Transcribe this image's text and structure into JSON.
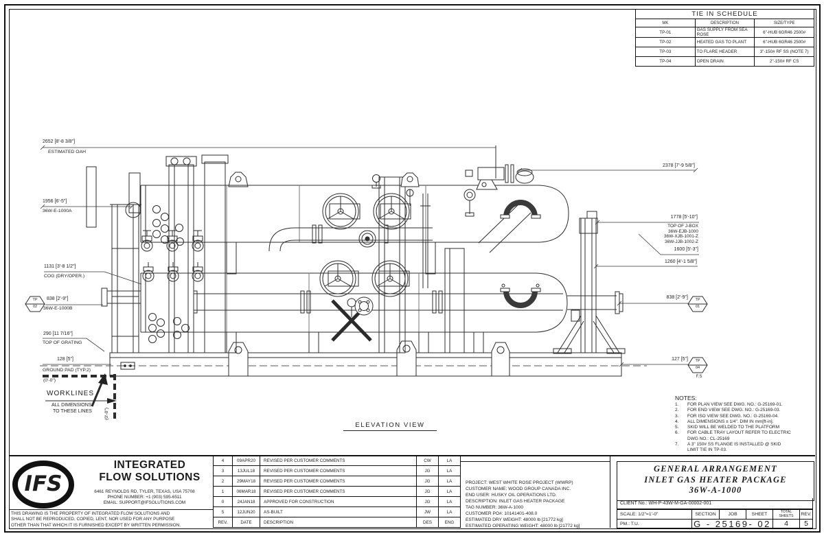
{
  "tie_in": {
    "title": "TIE IN SCHEDULE",
    "col_mk": "MK",
    "col_desc": "DESCRIPTION",
    "col_size": "SIZE/TYPE",
    "rows": [
      {
        "mk": "TP-01",
        "desc": "GAS SUPPLY FROM SEA ROSE",
        "size": "6\"-HUB 6GR46 2500#"
      },
      {
        "mk": "TP-02",
        "desc": "HEATED GAS TO PLANT",
        "size": "6\"-HUB 6GR46 2500#"
      },
      {
        "mk": "TP-03",
        "desc": "TO FLARE HEADER",
        "size": "3\"-150# RF SS (NOTE 7)"
      },
      {
        "mk": "TP-04",
        "desc": "OPEN DRAIN",
        "size": "2\"-150# RF CS"
      }
    ]
  },
  "dims_left": {
    "oah_value": "2652 [8'-8 3/8\"]",
    "oah_label": "ESTIMATED OAH",
    "d1956_value": "1956 [6'-5\"]",
    "d1956_label": "36W-E-1000A",
    "d1131_value": "1131 [3'-8 1/2\"]",
    "d1131_label": "COG (DRY/OPER.)",
    "d838_value": "838 [2'-9\"]",
    "d838_label": "36W-E-1000B",
    "d838_tag_top": "TP",
    "d838_tag_bot": "02",
    "d290_value": "290 [11 7/16\"]",
    "d290_label": "TOP OF GRATING",
    "d128_value": "128 [5\"]",
    "d128_label": "GROUND PAD (TYP.2)",
    "zero_label": "(0'-0\")"
  },
  "worklines": {
    "title": "WORKLINES",
    "note1": "ALL DIMENSIONS",
    "note2": "TO THESE LINES",
    "vert_label": "(0'-0\")"
  },
  "dims_right": {
    "d2378_value": "2378 [7'-9 5/8\"]",
    "d1778_value": "1778 [5'-10\"]",
    "jbox_l1": "TOP OF J-BOX",
    "jbox_l2": "36W-EJB-1000",
    "jbox_l3": "36W-XJB-1001-Z",
    "jbox_l4": "36W-JJB-1002-Z",
    "d1600_value": "1600 [5'-3\"]",
    "d1260_value": "1260 [4'-1 5/8\"]",
    "d838_value": "838 [2'-9\"]",
    "d838_tag_top": "TP",
    "d838_tag_bot": "01",
    "d127_value": "127 [5\"]",
    "d127_tag_top": "TP",
    "d127_tag_bot": "04",
    "d127_suffix": "F.S"
  },
  "view_label": "ELEVATION VIEW",
  "notes": {
    "title": "NOTES:",
    "items": [
      {
        "num": "1.",
        "text": "FOR PLAN VIEW SEE DWG. NO.: G-25169-01."
      },
      {
        "num": "2.",
        "text": "FOR END VIEW SEE DWG. NO.: G-25169-03."
      },
      {
        "num": "3.",
        "text": "FOR ISO VIEW SEE DWG. NO.: G-25169-04."
      },
      {
        "num": "4.",
        "text": "ALL DIMENSIONS ± 1/4\". DIM IN mm[ft-in]."
      },
      {
        "num": "5.",
        "text": "SKID WILL BE WELDED TO THE PLATFORM"
      },
      {
        "num": "6.",
        "text": "FOR CABLE TRAY LAYOUT REFER TO ELECTRIC DWG NO.: CL-25169"
      },
      {
        "num": "7.",
        "text": "A 3\" 150# SS FLANGE IS INSTALLED @ SKID LIMIT TIE IN TP-03."
      }
    ]
  },
  "company": {
    "logo_text": "IFS",
    "name1": "INTEGRATED",
    "name2": "FLOW SOLUTIONS",
    "address": "6461 REYNOLDS RD, TYLER, TEXAS, USA 75708",
    "phone": "PHONE NUMBER: +1 (903) 595-6511",
    "email": "EMAIL: SUPPORT@IFSOLUTIONS.COM",
    "disclaimer1": "THIS DRAWING IS THE PROPERTY OF INTEGRATED FLOW SOLUTIONS AND",
    "disclaimer2": "SHALL NOT BE REPRODUCED, COPIED, LENT, NOR USED FOR ANY PURPOSE",
    "disclaimer3": "OTHER THAN THAT WHICH IT IS FURNISHED EXCEPT BY WRITTEN PERMISSION."
  },
  "revisions": {
    "rows": [
      {
        "rev": "4",
        "date": "09APR20",
        "desc": "REVISED PER CUSTOMER COMMENTS",
        "des": "CW",
        "eng": "LA"
      },
      {
        "rev": "3",
        "date": "13JUL18",
        "desc": "REVISED PER CUSTOMER COMMENTS",
        "des": "JG",
        "eng": "LA"
      },
      {
        "rev": "2",
        "date": "29MAY18",
        "desc": "REVISED PER CUSTOMER COMMENTS",
        "des": "JG",
        "eng": "LA"
      },
      {
        "rev": "1",
        "date": "06MAR18",
        "desc": "REVISED PER CUSTOMER COMMENTS",
        "des": "JG",
        "eng": "LA"
      },
      {
        "rev": "0",
        "date": "24JAN18",
        "desc": "APPROVED FOR CONSTRUCTION",
        "des": "JG",
        "eng": "LA"
      },
      {
        "rev": "5",
        "date": "12JUN20",
        "desc": "AS-BUILT",
        "des": "JW",
        "eng": "LA"
      }
    ],
    "header": {
      "rev": "REV.",
      "date": "DATE",
      "desc": "DESCRIPTION",
      "des": "DES",
      "eng": "ENG"
    }
  },
  "project": {
    "line1": "PROJECT: WEST WHITE ROSE PROJECT (WWRP)",
    "line2": "CUSTOMER NAME: WOOD GROUP CANADA INC.",
    "line3": "END USER: HUSKY OIL OPERATIONS LTD.",
    "line4": "DESCRIPTION: INLET GAS HEATER PACKAGE",
    "line5": "TAG NUMBER: 36W-A-1000",
    "line6": "CUSTOMER PO#: 10141401-408.0",
    "line7": "ESTIMATED DRY WEIGHT: 48000 lb [21772 kg]",
    "line8": "ESTIMATED OPERATING WEIGHT: 48000 lb [21772 kg]"
  },
  "title_block": {
    "title1": "GENERAL ARRANGEMENT",
    "title2": "INLET GAS HEATER PACKAGE",
    "title3": "36W-A-1000",
    "client_no": "CLIENT No.: WH-P-43W-M-GA-00002-001",
    "scale": "SCALE: 1/2\"=1'-0\"",
    "pm": "PM.: T.U.",
    "section_label": "SECTION",
    "job_label": "JOB",
    "sheet_label": "SHEET",
    "total_label": "TOTAL",
    "sheets_label": "SHEETS",
    "rev_label": "REV.",
    "drawing_no": "G - 25169- 02",
    "total_sheets": "4",
    "rev": "5"
  }
}
